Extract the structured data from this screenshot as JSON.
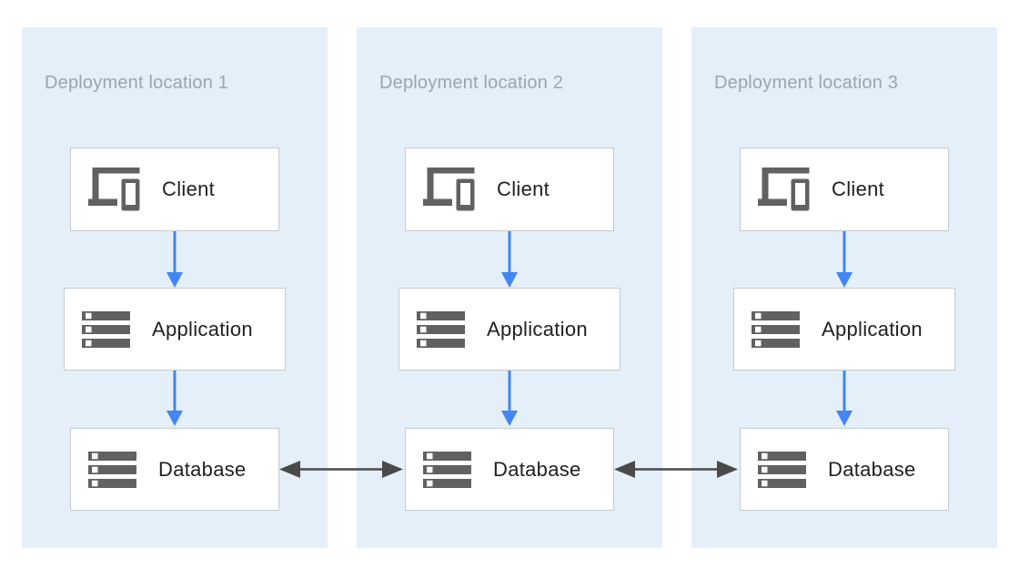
{
  "colors": {
    "background": "#FFFFFF",
    "panel-bg": "#E5EFF9",
    "panel-title": "#9AA5AC",
    "box-bg": "#FFFFFF",
    "box-border": "#C4CBD0",
    "label": "#202124",
    "icon": "#616161",
    "icon-hole": "#FFFFFF",
    "arrow-blue": "#4285F4",
    "arrow-dark": "#4A4A4A"
  },
  "panels": [
    {
      "title": "Deployment location 1",
      "nodes": [
        {
          "label": "Client",
          "icon": "devices-icon"
        },
        {
          "label": "Application",
          "icon": "server-stack-icon"
        },
        {
          "label": "Database",
          "icon": "server-stack-icon"
        }
      ]
    },
    {
      "title": "Deployment location 2",
      "nodes": [
        {
          "label": "Client",
          "icon": "devices-icon"
        },
        {
          "label": "Application",
          "icon": "server-stack-icon"
        },
        {
          "label": "Database",
          "icon": "server-stack-icon"
        }
      ]
    },
    {
      "title": "Deployment location 3",
      "nodes": [
        {
          "label": "Client",
          "icon": "devices-icon"
        },
        {
          "label": "Application",
          "icon": "server-stack-icon"
        },
        {
          "label": "Database",
          "icon": "server-stack-icon"
        }
      ]
    }
  ],
  "edges": {
    "blue_one_way": [
      "Client → Application (in each deployment location)",
      "Application → Database (in each deployment location)"
    ],
    "dark_two_way": [
      "Database (location 1) ↔ Database (location 2)",
      "Database (location 2) ↔ Database (location 3)"
    ]
  }
}
